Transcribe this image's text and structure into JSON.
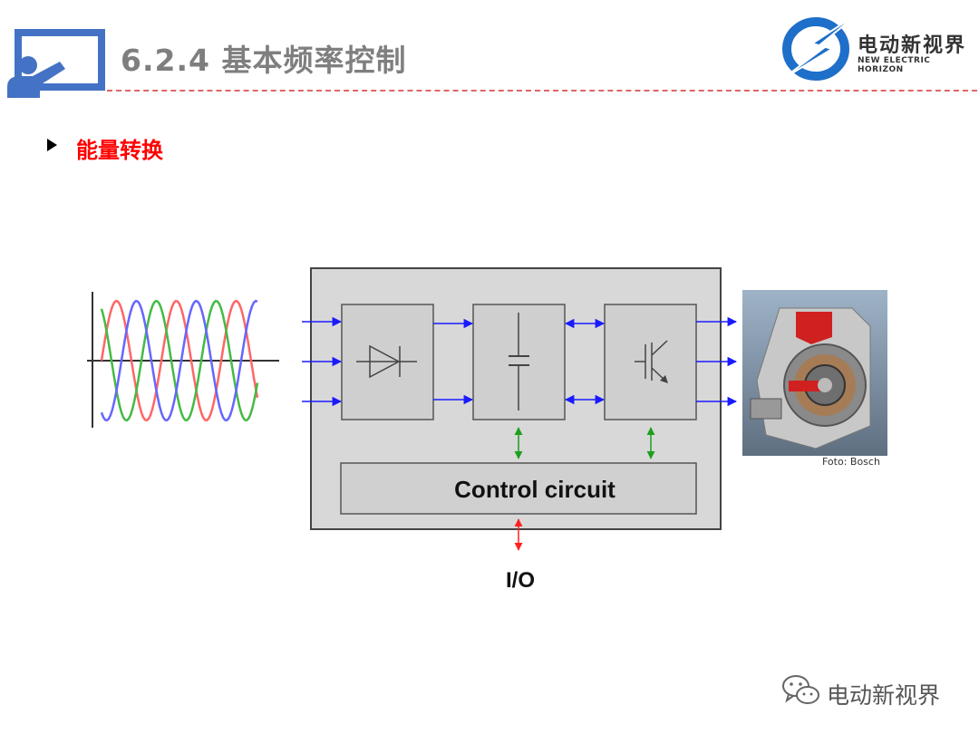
{
  "header": {
    "title": "6.2.4 基本频率控制",
    "brand_name": "电动新视界",
    "brand_subtitle": "NEW ELECTRIC HORIZON"
  },
  "section": {
    "heading": "能量转换"
  },
  "diagram": {
    "control_label": "Control circuit",
    "io_label": "I/O",
    "photo_credit": "Foto: Bosch"
  },
  "watermark": {
    "text": "电动新视界"
  },
  "colors": {
    "title_gray": "#7f7f7f",
    "accent_blue": "#4472c4",
    "heading_red": "#ff0000",
    "flow_blue": "#1a1aff",
    "control_green": "#1e9e1e",
    "io_red": "#ff2020",
    "box_gray": "#d8d8d8"
  }
}
